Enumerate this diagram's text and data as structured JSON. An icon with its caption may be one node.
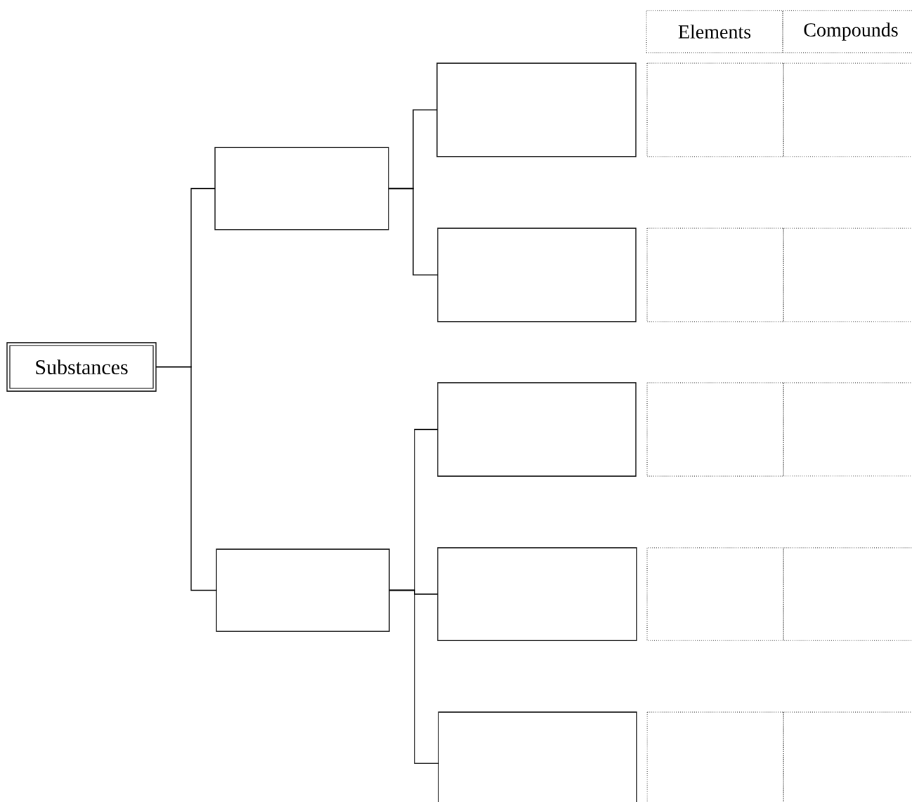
{
  "diagram": {
    "nodes": [
      {
        "text": [
          "Substances"
        ]
      },
      {
        "text": [],
        "shape": "box"
      },
      {
        "text": [],
        "shape": "box"
      },
      {
        "text": [],
        "shape": "box"
      },
      {
        "text": [],
        "shape": "box"
      },
      {
        "text": [],
        "shape": "box"
      },
      {
        "text": [],
        "shape": "box"
      },
      {
        "text": [],
        "shape": "box"
      }
    ],
    "edges": [
      {
        "from": 0,
        "to": 1,
        "arrow": "none"
      },
      {
        "from": 0,
        "to": 2,
        "arrow": "none"
      },
      {
        "from": 1,
        "to": 3,
        "arrow": "none"
      },
      {
        "from": 1,
        "to": 4,
        "arrow": "none"
      },
      {
        "from": 2,
        "to": 5,
        "arrow": "none"
      },
      {
        "from": 2,
        "to": 6,
        "arrow": "none"
      },
      {
        "from": 2,
        "to": 7,
        "arrow": "none"
      }
    ],
    "labels": [
      "Elements",
      "Compounds"
    ]
  }
}
